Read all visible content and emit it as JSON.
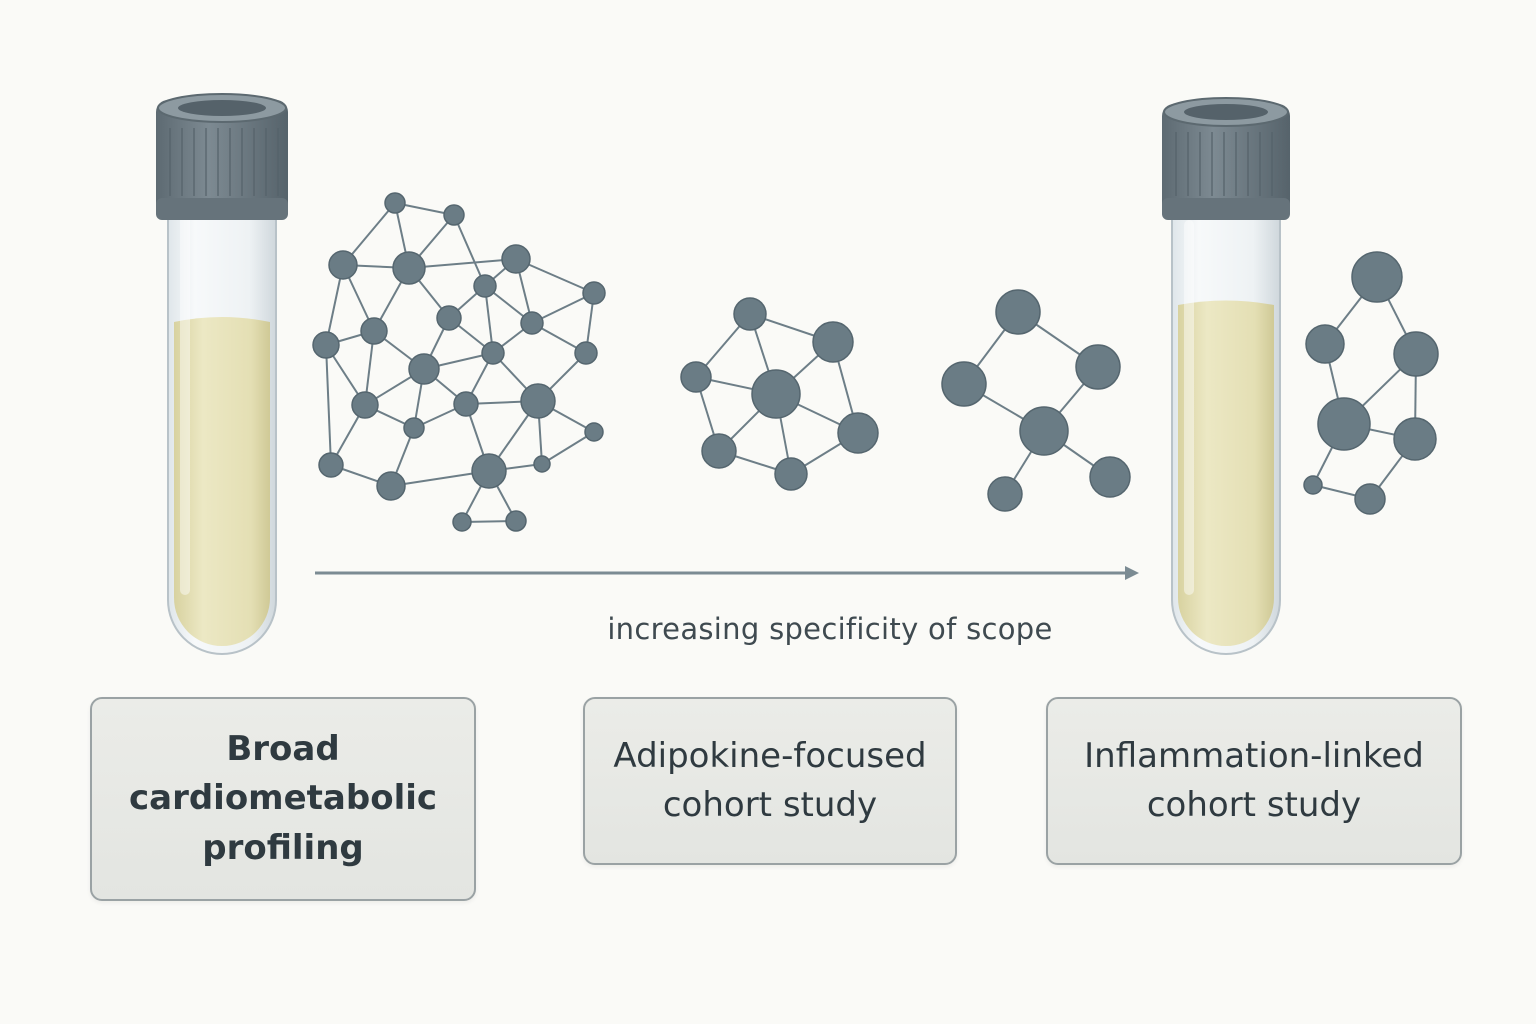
{
  "diagram": {
    "scope_arrow_label": "increasing specificity of scope",
    "stages": [
      {
        "label": "Broad\ncardiometabolic\nprofiling"
      },
      {
        "label": "Adipokine-focused\ncohort study"
      },
      {
        "label": "Inflammation-linked\ncohort study"
      }
    ],
    "icons": {
      "sample_tube": "blood-sample-tube-icon",
      "network": "molecule-network-icon"
    },
    "colors": {
      "node": "#6a7c85",
      "cap": "#707d85",
      "serum": "#e4dfb4",
      "arrow": "#7b8b93"
    }
  }
}
